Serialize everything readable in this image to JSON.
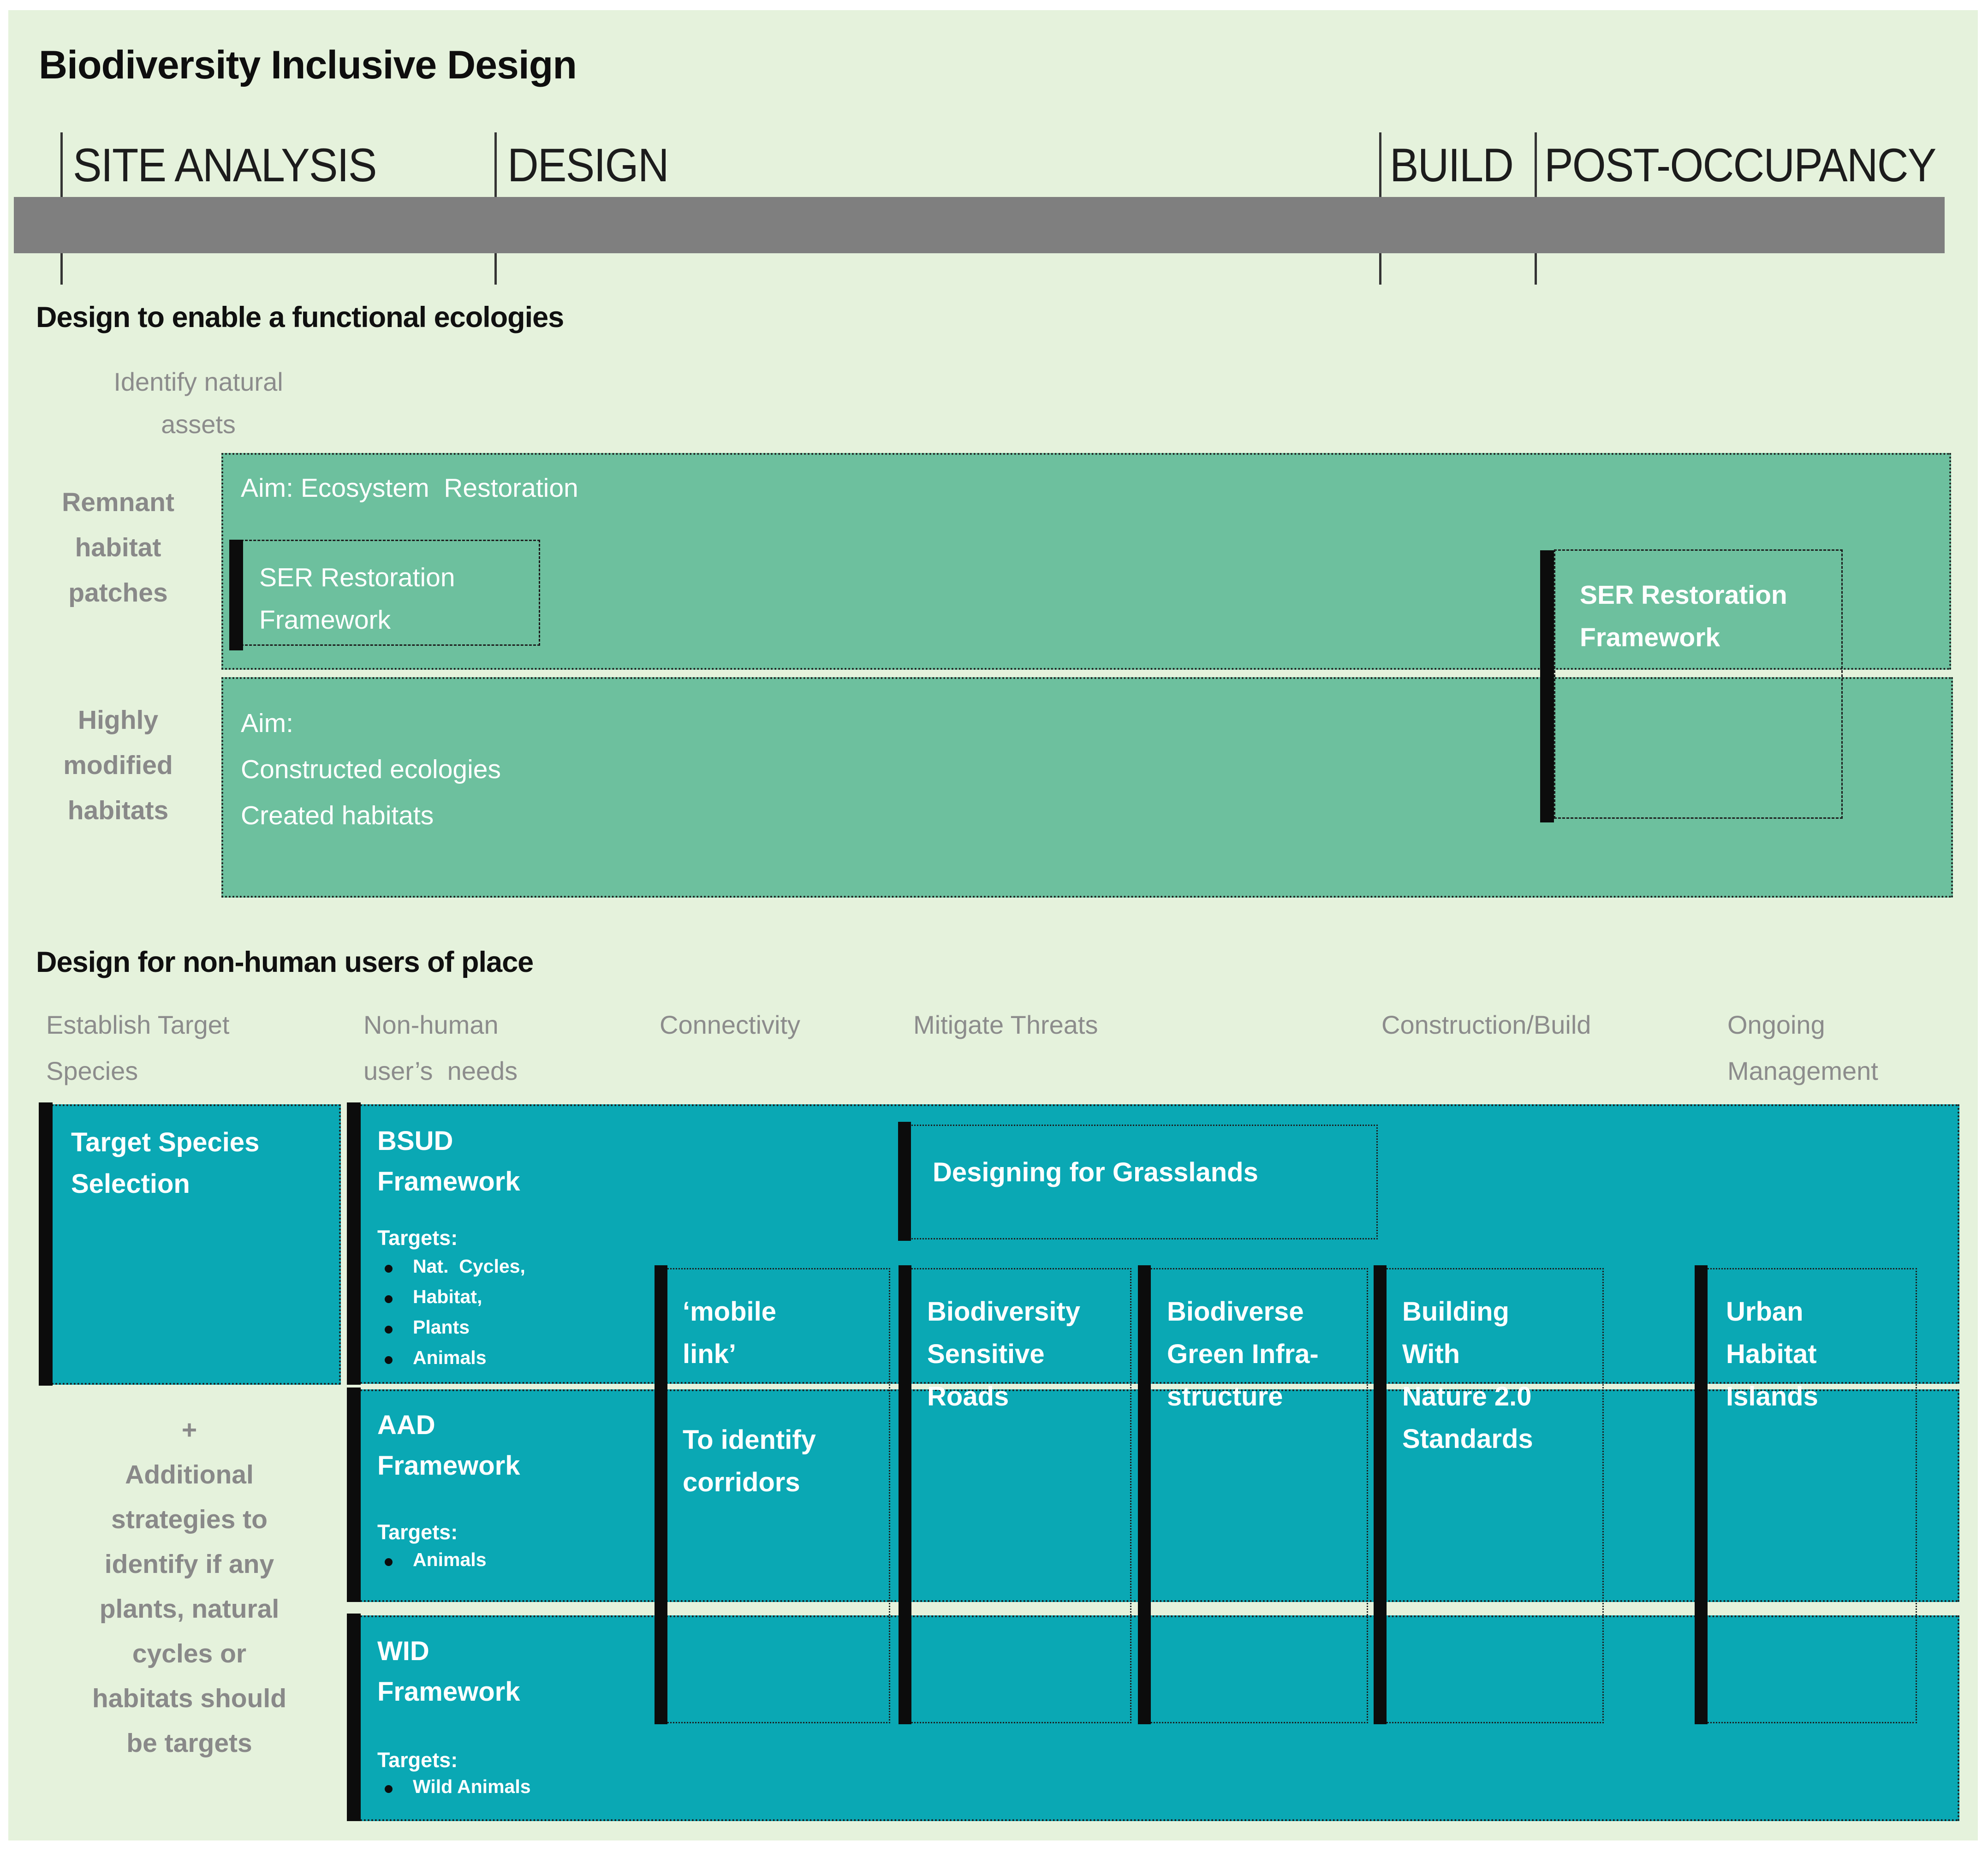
{
  "title": "Biodiversity Inclusive Design",
  "colors": {
    "canvas_light_green": "#e5f2dc",
    "restoration_green": "#6dc09e",
    "strategy_teal": "#0aa8b4",
    "timeline_gray": "#7f7f7f",
    "label_gray": "#8c8c8c",
    "ink_black": "#0c0c0c"
  },
  "timeline": {
    "phases": [
      "SITE ANALYSIS",
      "DESIGN",
      "BUILD",
      "POST-OCCUPANCY"
    ]
  },
  "section1": {
    "heading": "Design to enable a functional ecologies",
    "step_label": "Identify natural\nassets",
    "remnant_label": "Remnant\nhabitat\npatches",
    "remnant_aim": "Aim: Ecosystem  Restoration",
    "ser_left": "SER Restoration\nFramework",
    "ser_right": "SER Restoration\nFramework",
    "modified_label": "Highly\nmodified\nhabitats",
    "modified_aim": "Aim:\nConstructed ecologies\nCreated habitats"
  },
  "section2": {
    "heading": "Design for non-human users of place",
    "columns": [
      "Establish Target\nSpecies",
      "Non-human\nuser’s  needs",
      "Connectivity",
      "Mitigate Threats",
      "Construction/Build",
      "Ongoing\nManagement"
    ],
    "target_box": "Target Species\nSelection",
    "plus_note": "+\nAdditional\nstrategies to\nidentify if any\nplants, natural\ncycles or\nhabitats should\nbe targets",
    "frameworks": [
      {
        "title": "BSUD\nFramework",
        "targets_label": "Targets:",
        "targets": [
          "Nat.  Cycles,",
          "Habitat,",
          "Plants",
          "Animals"
        ]
      },
      {
        "title": "AAD\nFramework",
        "targets_label": "Targets:",
        "targets": [
          "Animals"
        ]
      },
      {
        "title": "WID\nFramework",
        "targets_label": "Targets:",
        "targets": [
          "Wild Animals"
        ]
      }
    ],
    "grasslands": "Designing for Grasslands",
    "strategies": [
      {
        "title": "‘mobile\nlink’",
        "subtitle": "To identify\ncorridors"
      },
      {
        "title": "Biodiversity\nSensitive\nRoads"
      },
      {
        "title": "Biodiverse\nGreen Infra-\nstructure"
      },
      {
        "title": "Building\nWith\nNature 2.0\nStandards"
      },
      {
        "title": "Urban\nHabitat\nIslands"
      }
    ]
  }
}
